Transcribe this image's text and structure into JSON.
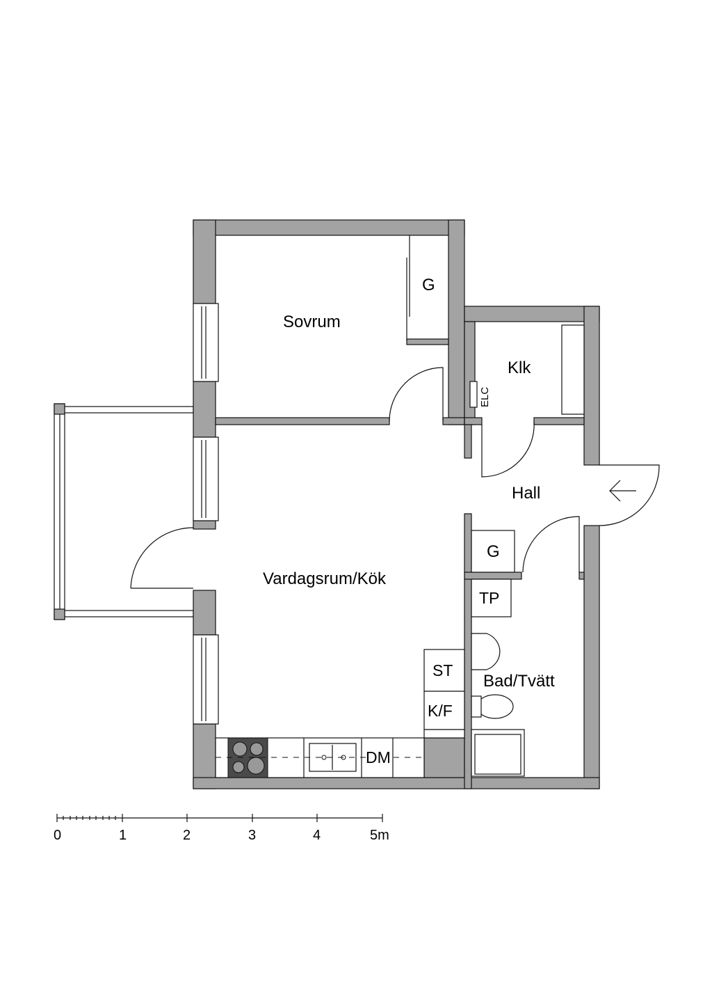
{
  "rooms": {
    "sovrum": "Sovrum",
    "klk": "Klk",
    "hall": "Hall",
    "vardagsrum": "Vardagsrum/Kök",
    "bad": "Bad/Tvätt"
  },
  "fixtures": {
    "closet_sovrum": "G",
    "closet_hall": "G",
    "elc": "ELC",
    "tp": "TP",
    "st": "ST",
    "kf": "K/F",
    "dm": "DM"
  },
  "scale": {
    "labels": [
      "0",
      "1",
      "2",
      "3",
      "4",
      "5m"
    ]
  },
  "colors": {
    "wall": "#a3a3a3",
    "stove": "#4a4a4a"
  }
}
